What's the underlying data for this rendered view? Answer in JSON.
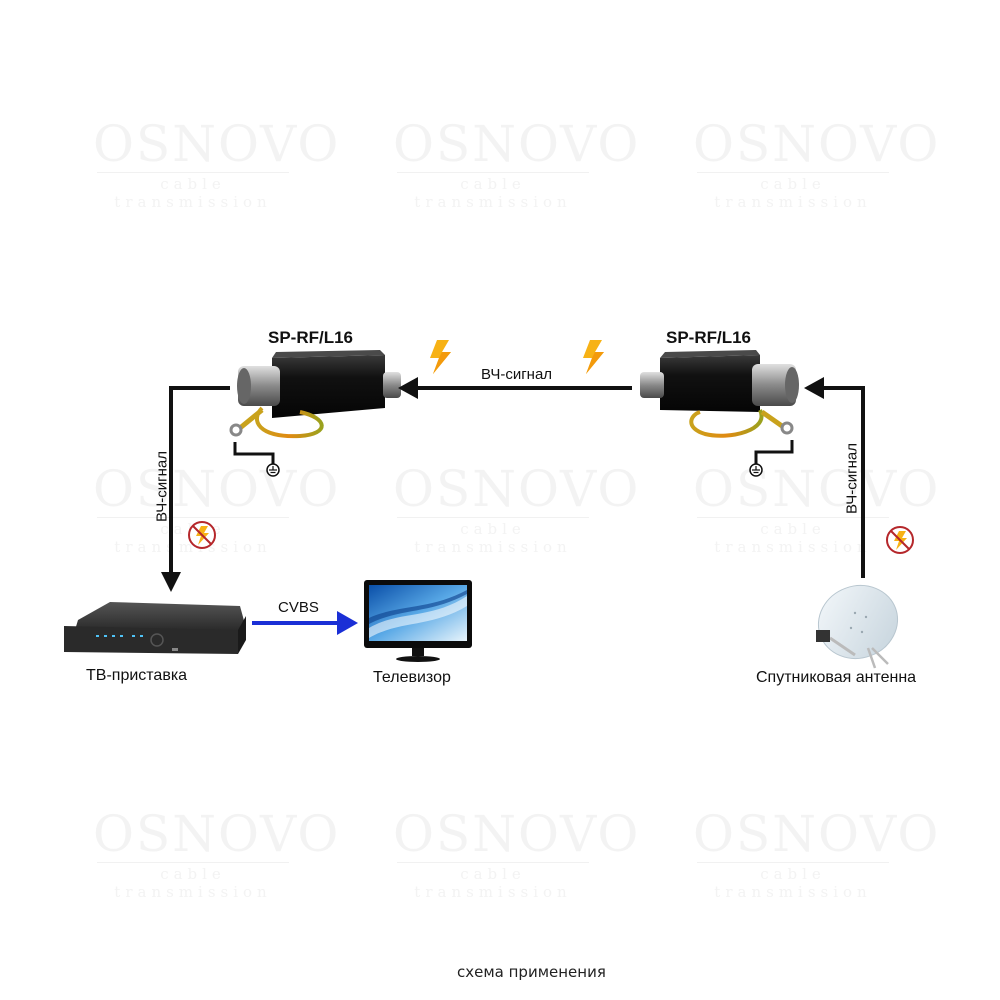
{
  "watermark": {
    "brand": "OSNOVO",
    "tagline": "cable transmission"
  },
  "devices": {
    "protector_left": {
      "label": "SP-RF/L16"
    },
    "protector_right": {
      "label": "SP-RF/L16"
    },
    "settop_box": {
      "label": "ТВ-приставка"
    },
    "television": {
      "label": "Телевизор"
    },
    "satellite_dish": {
      "label": "Спутниковая антенна"
    }
  },
  "connections": {
    "rf_center": {
      "label": "ВЧ-сигнал"
    },
    "rf_left_vertical": {
      "label": "ВЧ-сигнал"
    },
    "rf_right_vertical": {
      "label": "ВЧ-сигнал"
    },
    "video": {
      "label": "CVBS"
    }
  },
  "icons": {
    "surge": "lightning-icon",
    "protected": "no-lightning-icon",
    "ground": "ground-icon"
  },
  "colors": {
    "signal_line": "#111111",
    "video_line": "#1a2fd6",
    "lightning": "#f7b215",
    "no_surge_ring": "#b5272b"
  },
  "caption": "схема применения"
}
